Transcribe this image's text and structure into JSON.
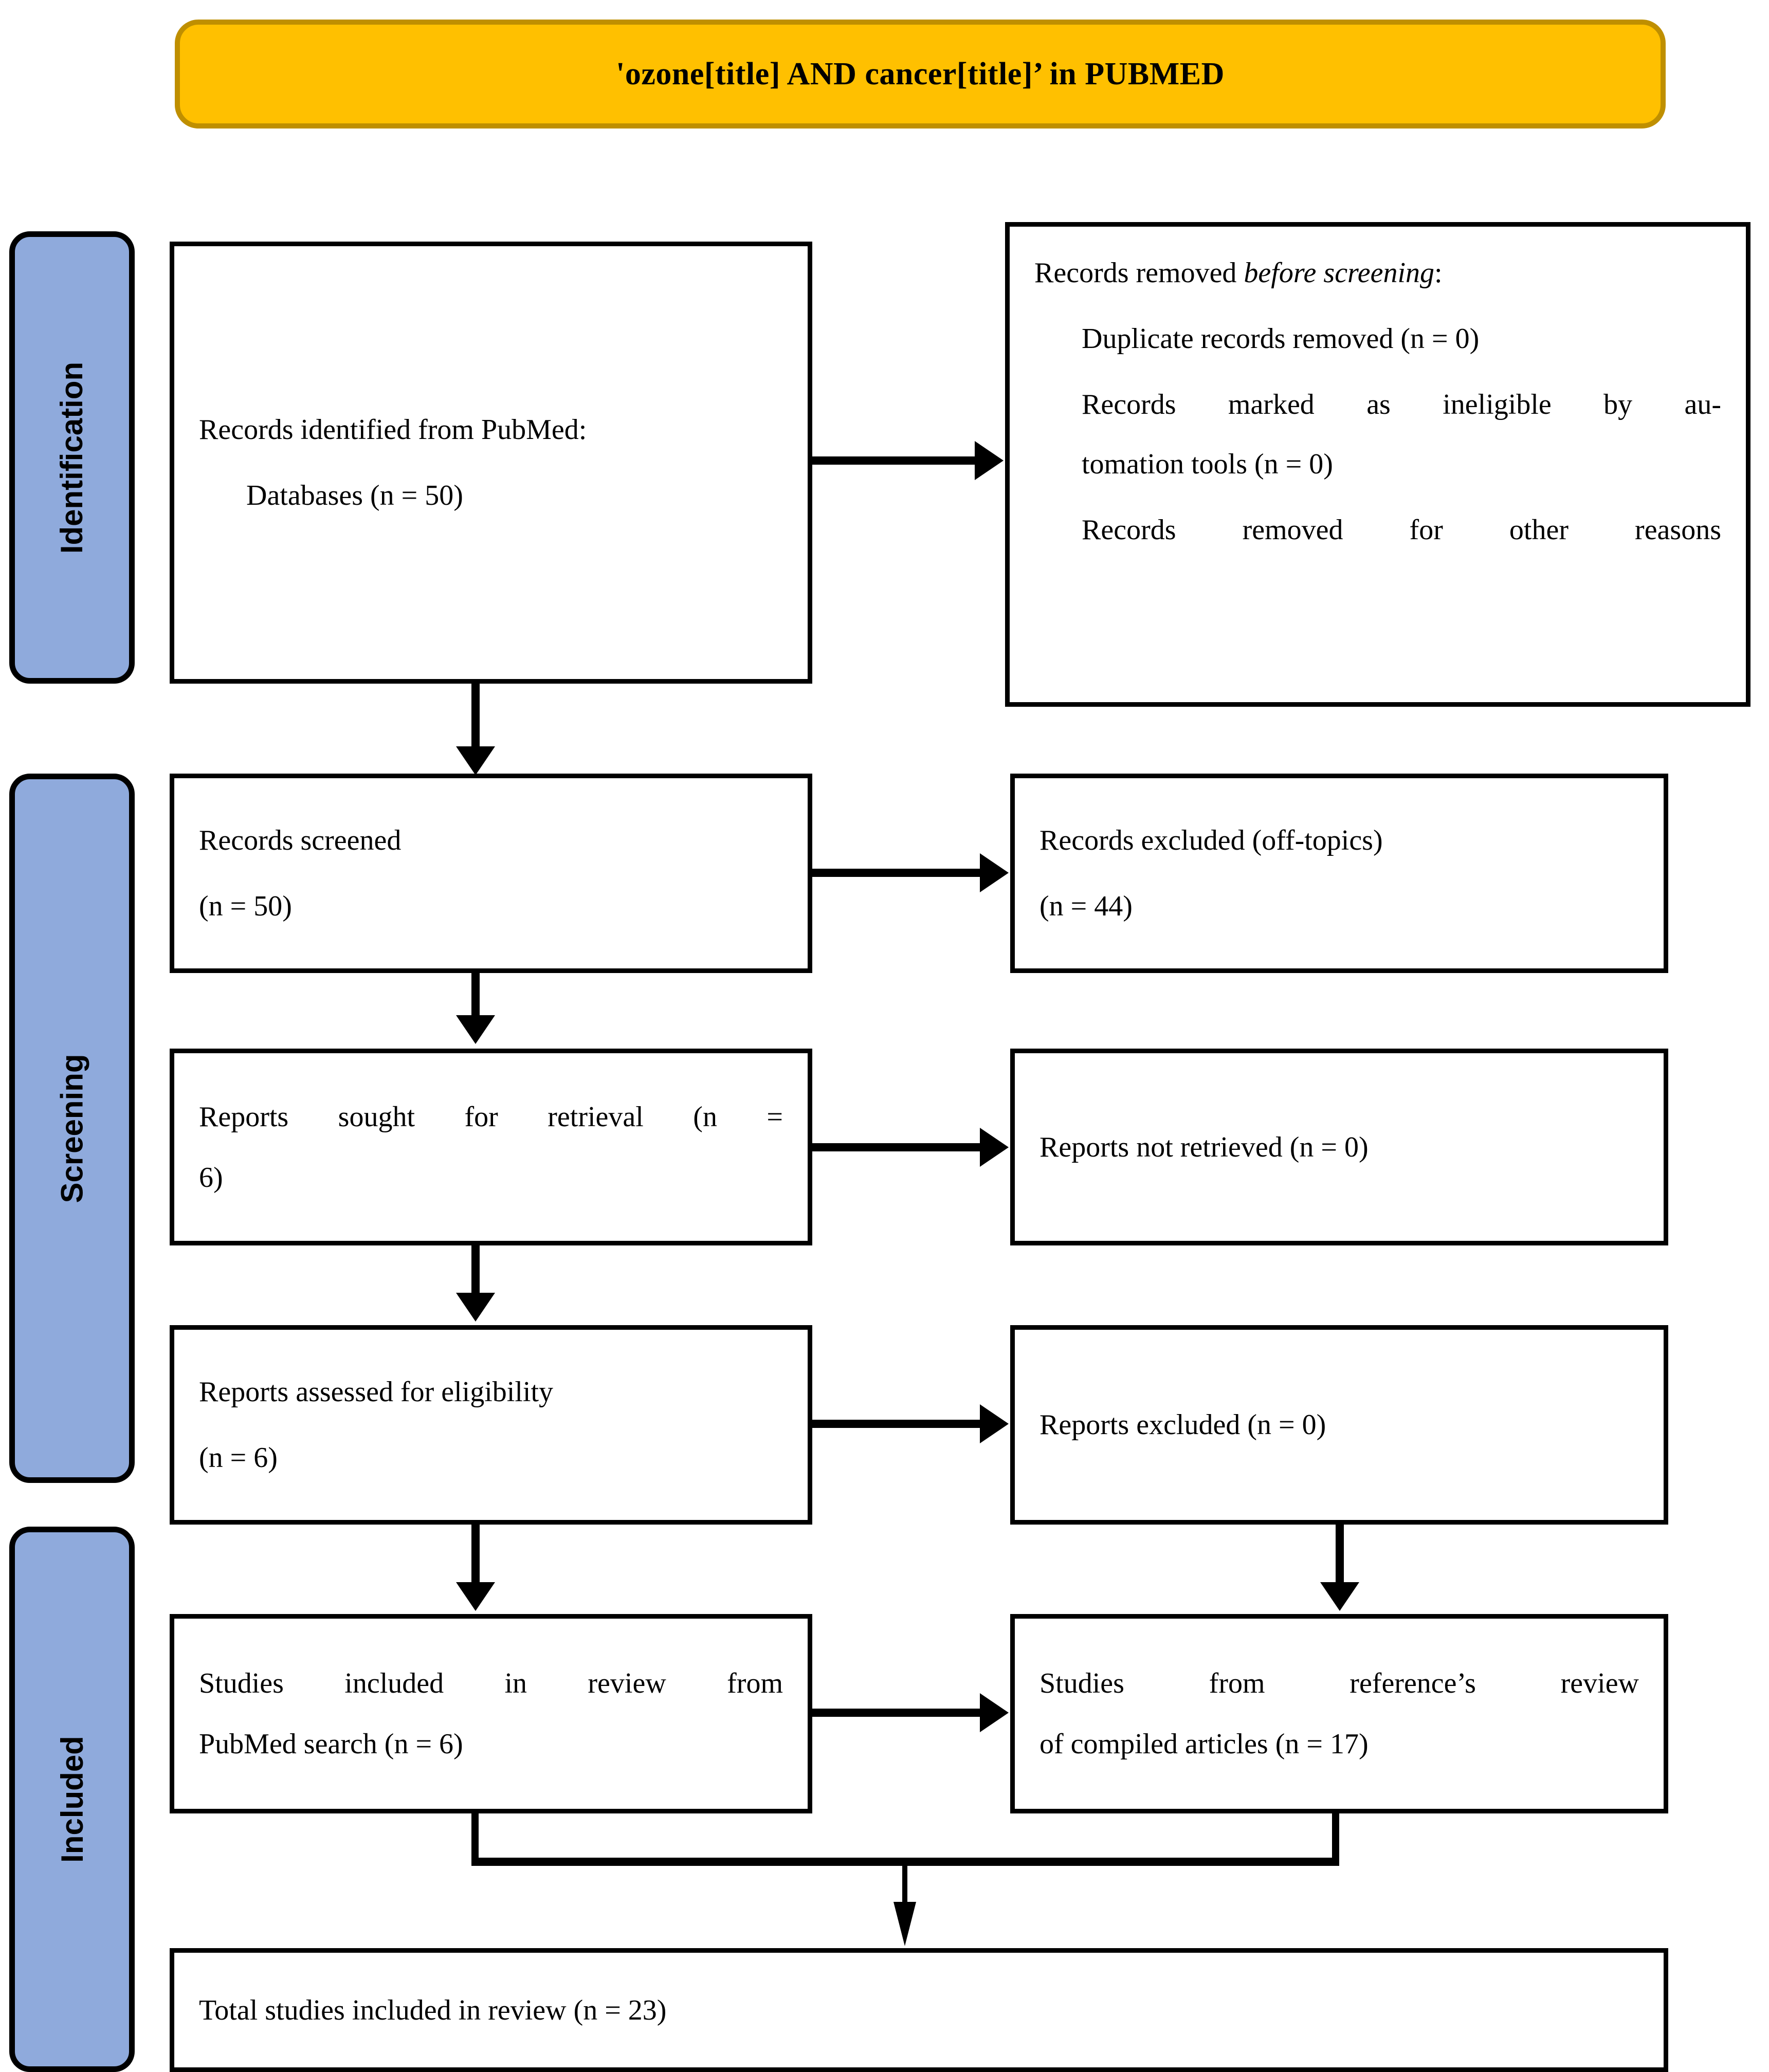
{
  "banner": {
    "title": "'ozone[title] AND cancer[title]’ in PUBMED",
    "fill_color": "#FFC000",
    "border_color": "#BF8F00"
  },
  "stages": {
    "fill_color": "#8FAADC",
    "identification": "Identification",
    "screening": "Screening",
    "included": "Included"
  },
  "boxes": {
    "identified": {
      "line1": "Records identified from PubMed:",
      "line2": "Databases (n = 50)"
    },
    "removed_before_screening": {
      "heading_prefix": "Records removed ",
      "heading_italic": "before screening",
      "heading_suffix": ":",
      "item1": "Duplicate records removed (n = 0)",
      "item2": "Records marked as ineligible by au-tomation tools (n = 0)",
      "item2_line_a": "Records marked as ineligible by au-",
      "item2_line_b": "tomation tools (n = 0)",
      "item3": "Records removed for other reasons"
    },
    "records_screened": {
      "line1": "Records screened",
      "line2": "(n = 50)"
    },
    "records_excluded": {
      "line1": "Records excluded (off-topics)",
      "line2": "(n = 44)"
    },
    "reports_sought": {
      "line1": "Reports sought for retrieval (n =",
      "line2": "6)"
    },
    "reports_not_retrieved": {
      "line1": "Reports not retrieved (n = 0)"
    },
    "reports_assessed": {
      "line1": "Reports assessed for eligibility",
      "line2": "(n = 6)"
    },
    "reports_excluded": {
      "line1": "Reports excluded (n = 0)"
    },
    "studies_included_pubmed": {
      "line1": "Studies included in review from",
      "line2": "PubMed search (n = 6)"
    },
    "studies_from_references": {
      "line1": "Studies from reference’s review",
      "line2": "of compiled articles (n = 17)"
    },
    "total_studies": {
      "line1": "Total studies included in review (n = 23)"
    }
  }
}
